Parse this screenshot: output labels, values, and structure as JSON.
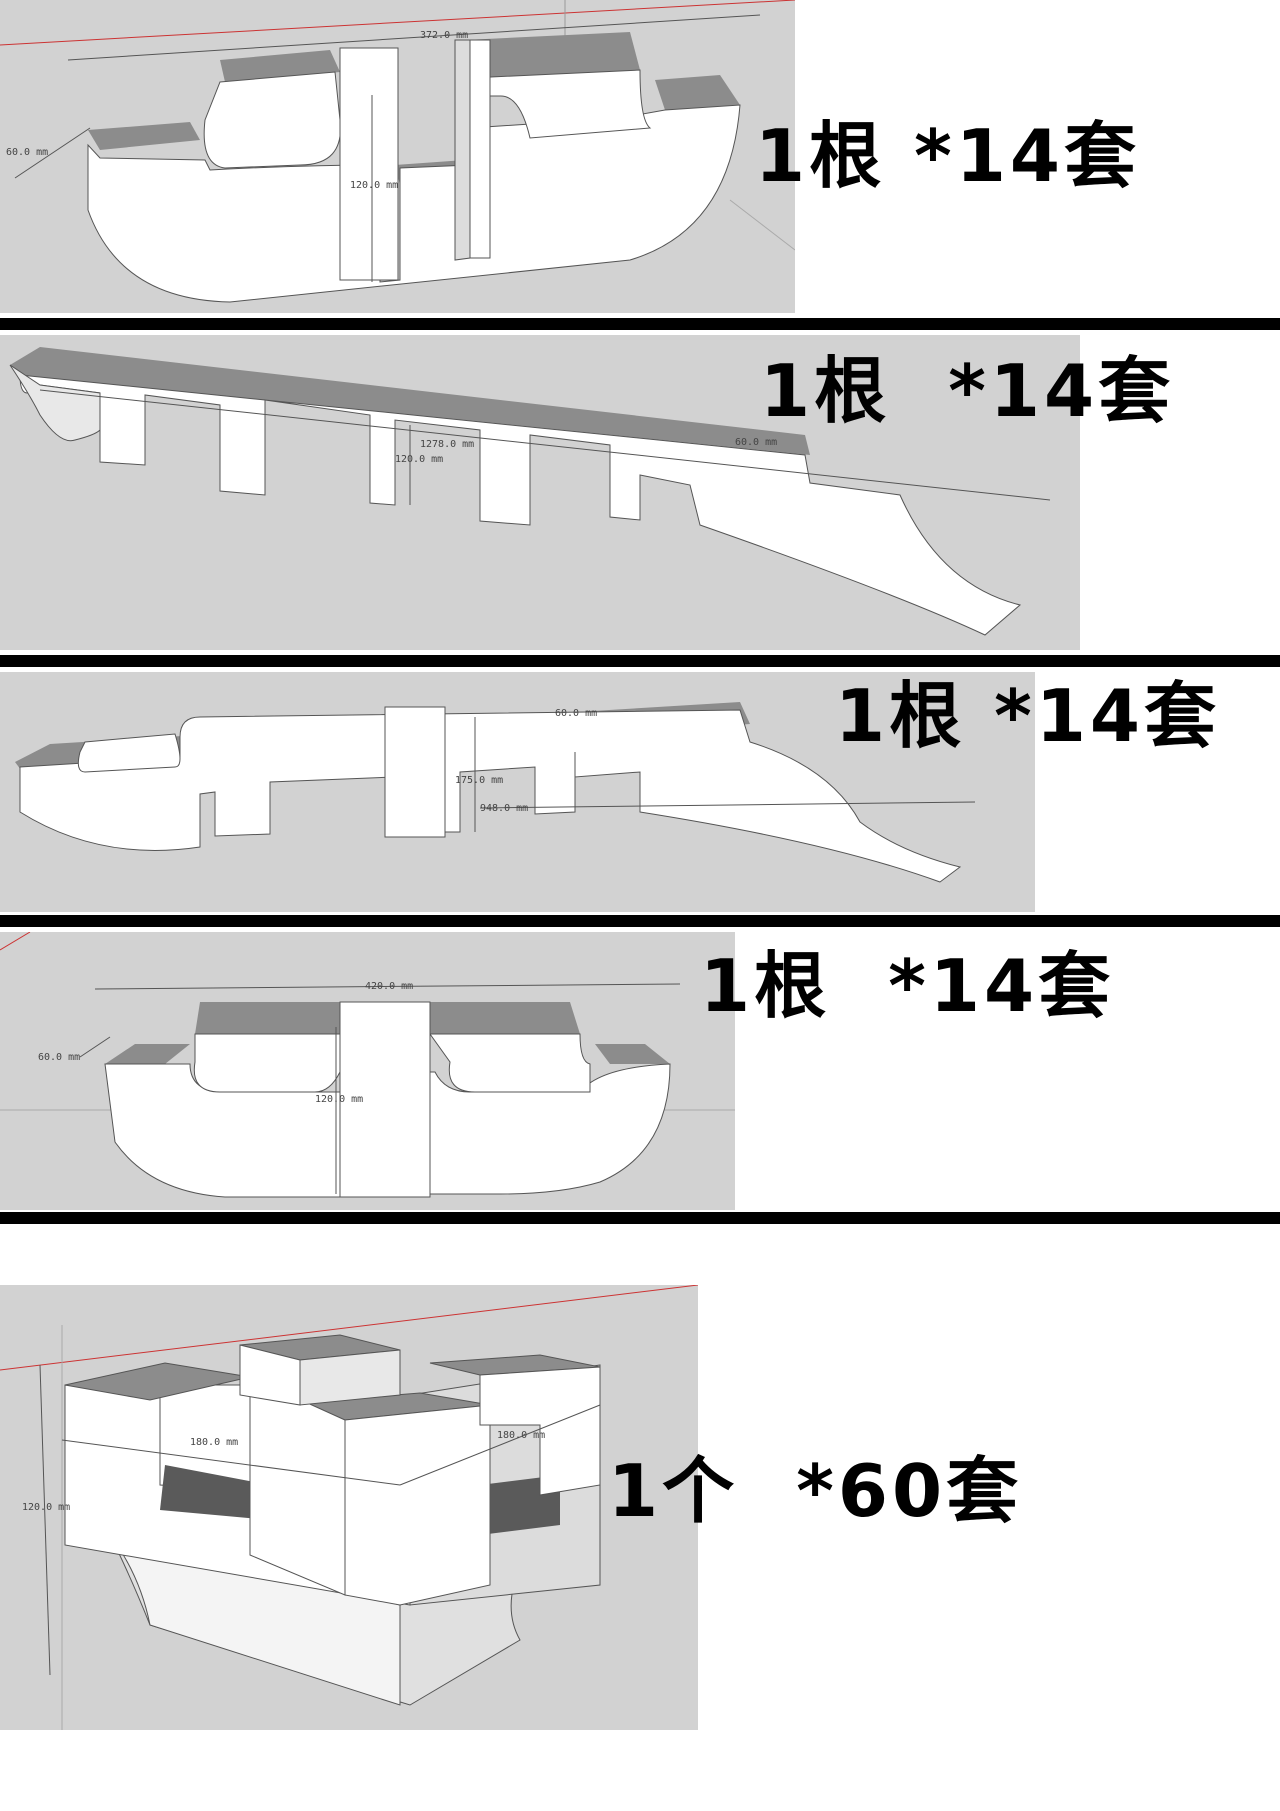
{
  "parts": [
    {
      "quantity_label": "1根 *14套",
      "dimensions": {
        "length": "372.0 mm",
        "depth": "60.0 mm",
        "height": "120.0 mm"
      }
    },
    {
      "quantity_label": "1根  *14套",
      "dimensions": {
        "length": "1278.0 mm",
        "depth": "60.0 mm",
        "height": "120.0 mm"
      }
    },
    {
      "quantity_label": "1根 *14套",
      "dimensions": {
        "depth": "60.0 mm",
        "height": "175.0 mm",
        "length": "948.0 mm"
      }
    },
    {
      "quantity_label": "1根  *14套",
      "dimensions": {
        "length": "420.0 mm",
        "depth": "60.0 mm",
        "height": "120.0 mm"
      }
    },
    {
      "quantity_label": "1个  *60套",
      "dimensions": {
        "height": "120.0 mm",
        "width_a": "180.0 mm",
        "width_b": "180.0 mm"
      }
    }
  ],
  "colors": {
    "panel_bg": "#d2d2d2",
    "face_light": "#ffffff",
    "face_shade": "#8c8c8c",
    "face_dark": "#5a5a5a",
    "axis_red": "#cc3333",
    "divider": "#000000",
    "label_text": "#000000"
  }
}
